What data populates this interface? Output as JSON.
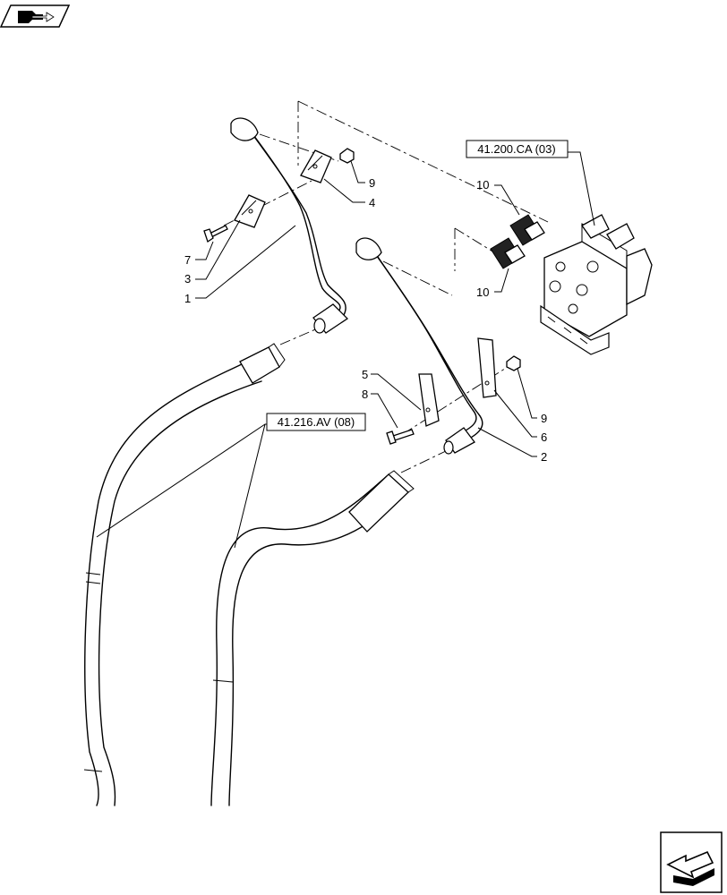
{
  "references": {
    "top": "41.200.CA (03)",
    "middle": "41.216.AV (08)"
  },
  "callouts": {
    "c1": "1",
    "c2": "2",
    "c3": "3",
    "c4": "4",
    "c5": "5",
    "c6": "6",
    "c7": "7",
    "c8": "8",
    "c9a": "9",
    "c9b": "9",
    "c10a": "10",
    "c10b": "10"
  },
  "icons": {
    "top_left": "view-navigation-icon",
    "bottom_right": "next-page-arrow-icon"
  }
}
